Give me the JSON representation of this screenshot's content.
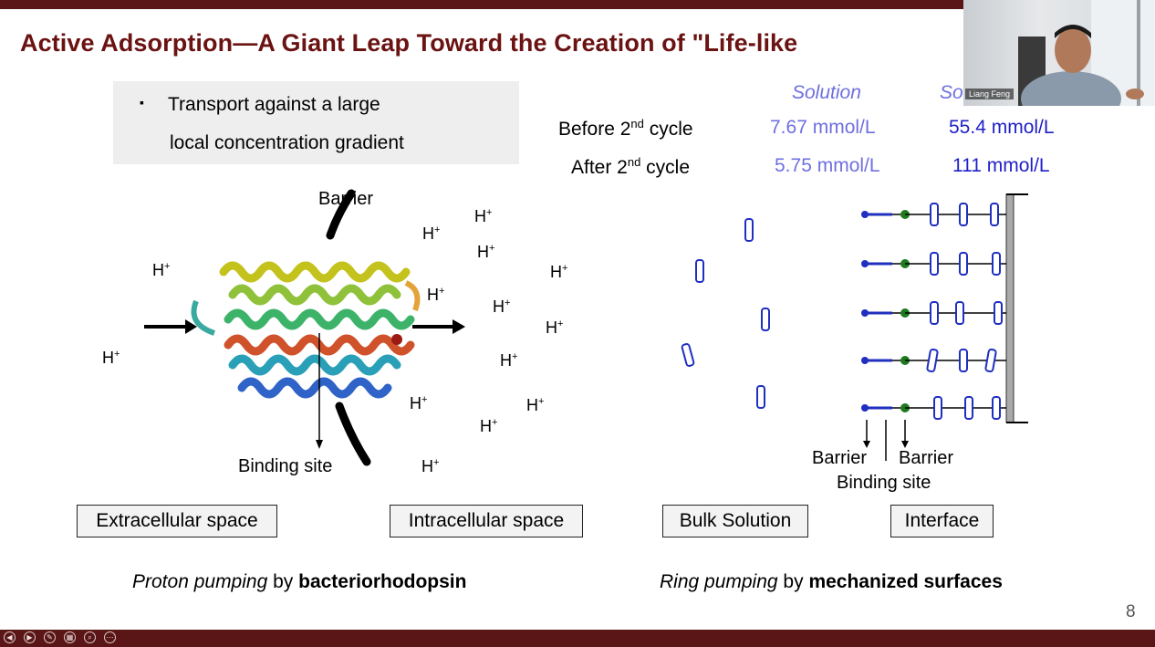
{
  "slide": {
    "title": "Active Adsorption—A Giant Leap Toward the Creation of \"Life-like",
    "bullet": {
      "marker": "▪",
      "line1": "Transport against a large",
      "line2": "local concentration gradient"
    },
    "table": {
      "col_solution": "Solution",
      "col_surface_partial": "So",
      "rows": [
        {
          "label_main": "Before 2",
          "label_sup": "nd",
          "label_rest": " cycle",
          "solution": "7.67 mmol/L",
          "surface": "55.4 mmol/L"
        },
        {
          "label_main": "After 2",
          "label_sup": "nd",
          "label_rest": " cycle",
          "solution": "5.75 mmol/L",
          "surface": "111 mmol/L"
        }
      ]
    },
    "left_figure": {
      "barrier_label": "Barrier",
      "binding_site_label": "Binding site",
      "proton": "H",
      "proton_charge": "+"
    },
    "right_figure": {
      "barrier_left": "Barrier",
      "barrier_right": "Barrier",
      "binding_site_label": "Binding site"
    },
    "boxes": {
      "extracellular": "Extracellular space",
      "intracellular": "Intracellular space",
      "bulk": "Bulk Solution",
      "interface": "Interface"
    },
    "captions": {
      "left_italic": "Proton pumping",
      "left_plain": " by ",
      "left_bold": "bacteriorhodopsin",
      "right_italic": "Ring pumping",
      "right_plain": " by ",
      "right_bold": "mechanized surfaces"
    },
    "page_number": "8"
  },
  "video": {
    "participant_name": "Liang Feng"
  },
  "controls": [
    {
      "icon": "previous-icon",
      "glyph": "◀"
    },
    {
      "icon": "next-icon",
      "glyph": "▶"
    },
    {
      "icon": "pen-icon",
      "glyph": "✎"
    },
    {
      "icon": "slides-icon",
      "glyph": "▦"
    },
    {
      "icon": "zoom-icon",
      "glyph": "⌕"
    },
    {
      "icon": "more-icon",
      "glyph": "⋯"
    }
  ],
  "colors": {
    "title": "#6b1212",
    "bar": "#5a1616",
    "solution_text": "#6f6fe0",
    "surface_text": "#1f1fc8"
  }
}
